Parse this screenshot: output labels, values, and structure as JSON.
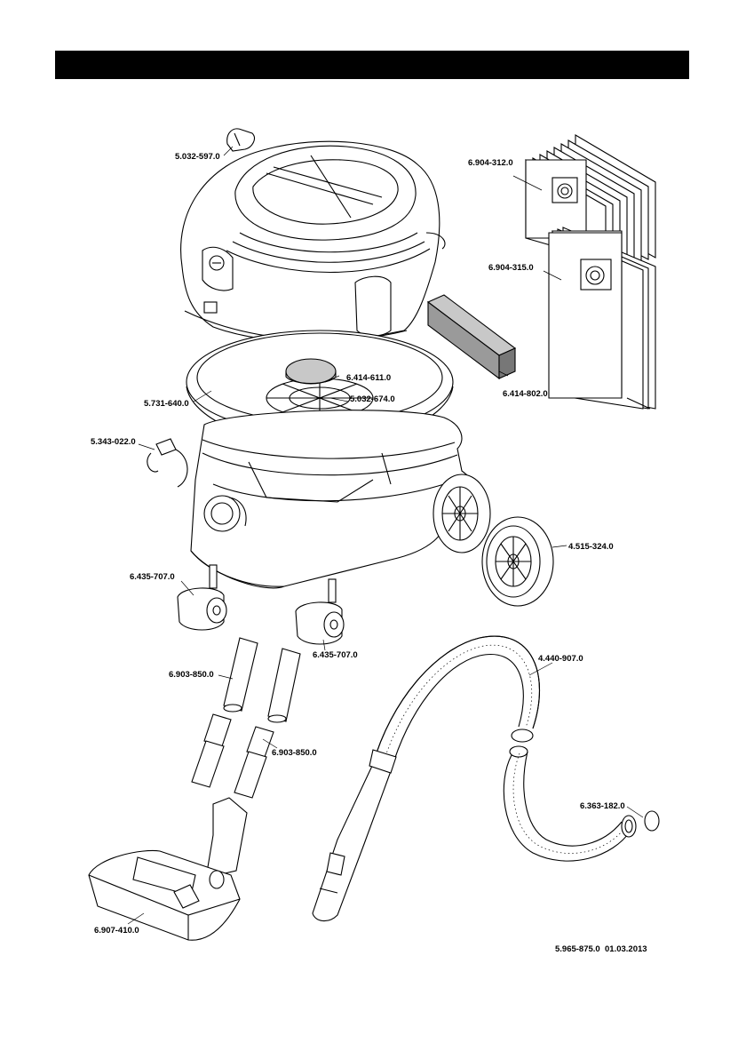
{
  "parts": [
    {
      "id": "p1",
      "number": "5.032-597.0"
    },
    {
      "id": "p2",
      "number": "6.904-312.0"
    },
    {
      "id": "p3",
      "number": "6.904-315.0"
    },
    {
      "id": "p4",
      "number": "6.414-611.0"
    },
    {
      "id": "p5",
      "number": "5.032-674.0"
    },
    {
      "id": "p6",
      "number": "5.731-640.0"
    },
    {
      "id": "p7",
      "number": "6.414-802.0"
    },
    {
      "id": "p8",
      "number": "5.343-022.0"
    },
    {
      "id": "p9",
      "number": "4.515-324.0"
    },
    {
      "id": "p10",
      "number": "6.435-707.0"
    },
    {
      "id": "p11",
      "number": "6.435-707.0"
    },
    {
      "id": "p12",
      "number": "6.903-850.0"
    },
    {
      "id": "p13",
      "number": "4.440-907.0"
    },
    {
      "id": "p14",
      "number": "6.903-850.0"
    },
    {
      "id": "p15",
      "number": "6.363-182.0"
    },
    {
      "id": "p16",
      "number": "6.907-410.0"
    }
  ],
  "footer": {
    "doc_number": "5.965-875.0",
    "date": "01.03.2013"
  },
  "colors": {
    "ink": "#000000",
    "paper": "#ffffff",
    "filter_fill": "#c8c8c8"
  }
}
